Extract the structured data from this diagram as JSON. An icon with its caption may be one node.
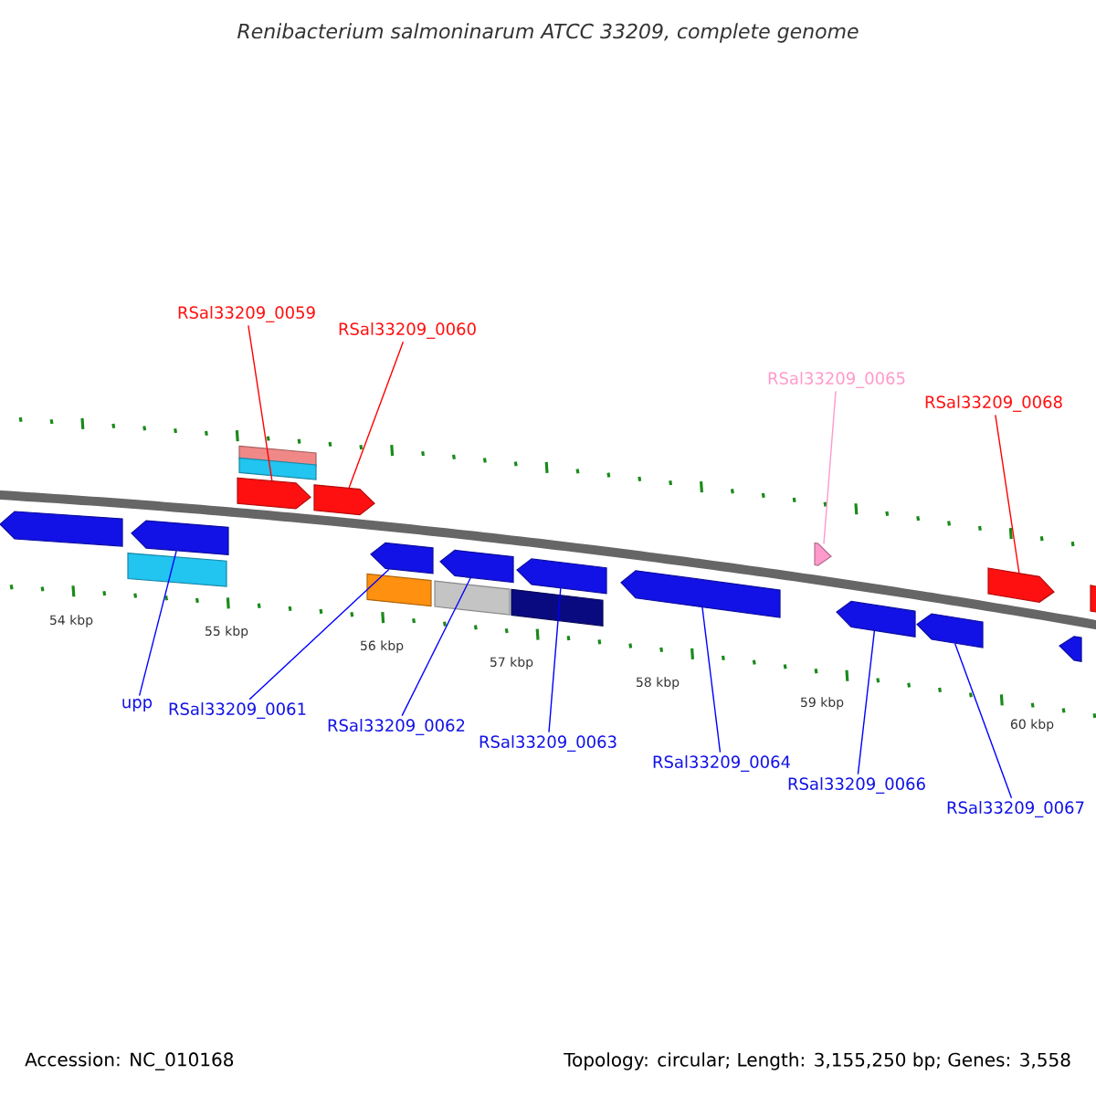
{
  "diagram": {
    "title": "Renibacterium salmoninarum ATCC 33209, complete genome",
    "nodes": [
      {
        "text": [
          "RSal33209_0059"
        ]
      },
      {
        "text": [
          "RSal33209_0060"
        ]
      },
      {
        "text": [
          "RSal33209_0065"
        ]
      },
      {
        "text": [
          "RSal33209_0068"
        ]
      },
      {
        "text": [
          "upp"
        ]
      },
      {
        "text": [
          "RSal33209_0061"
        ]
      },
      {
        "text": [
          "RSal33209_0062"
        ]
      },
      {
        "text": [
          "RSal33209_0063"
        ]
      },
      {
        "text": [
          "RSal33209_0064"
        ]
      },
      {
        "text": [
          "RSal33209_0066"
        ]
      },
      {
        "text": [
          "RSal33209_0067"
        ]
      },
      {
        "text": [],
        "shape": "pentagon"
      },
      {
        "text": [],
        "shape": "bar"
      },
      {
        "text": [],
        "shape": "pentagon"
      },
      {
        "text": [],
        "shape": "pentagon"
      },
      {
        "text": [],
        "shape": "bar"
      },
      {
        "text": [],
        "shape": "bar"
      },
      {
        "text": [],
        "shape": "pentagon"
      },
      {
        "text": [],
        "shape": "bar"
      },
      {
        "text": [],
        "shape": "pentagon"
      },
      {
        "text": [],
        "shape": "bar"
      },
      {
        "text": [],
        "shape": "pentagon"
      },
      {
        "text": [],
        "shape": "bar"
      },
      {
        "text": [],
        "shape": "pentagon"
      },
      {
        "text": [],
        "shape": "pentagon"
      },
      {
        "text": [],
        "shape": "pentagon"
      },
      {
        "text": [],
        "shape": "pentagon"
      },
      {
        "text": [],
        "shape": "pentagon"
      },
      {
        "text": [],
        "shape": "pentagon"
      },
      {
        "text": [],
        "shape": "pentagon"
      },
      {
        "text": [],
        "shape": "pentagon"
      }
    ],
    "edges": [
      {
        "from": 0,
        "to": 14,
        "arrow": "none",
        "color": "#ff0000"
      },
      {
        "from": 1,
        "to": 17,
        "arrow": "none",
        "color": "#ff0000"
      },
      {
        "from": 2,
        "to": 25,
        "arrow": "none",
        "color": "#ff99cc"
      },
      {
        "from": 3,
        "to": 28,
        "arrow": "none",
        "color": "#ff0000"
      },
      {
        "from": 4,
        "to": 13,
        "arrow": "none"
      },
      {
        "from": 5,
        "to": 19,
        "arrow": "none"
      },
      {
        "from": 6,
        "to": 21,
        "arrow": "none"
      },
      {
        "from": 7,
        "to": 23,
        "arrow": "none"
      },
      {
        "from": 8,
        "to": 24,
        "arrow": "none"
      },
      {
        "from": 9,
        "to": 26,
        "arrow": "none"
      },
      {
        "from": 10,
        "to": 27,
        "arrow": "none"
      }
    ],
    "labels": [
      "54 kbp",
      "55 kbp",
      "56 kbp",
      "57 kbp",
      "58 kbp",
      "59 kbp",
      "60 kbp",
      "Accession: NC_010168",
      "Topology: circular; Length: 3,155,250 bp; Genes: 3,558"
    ]
  }
}
